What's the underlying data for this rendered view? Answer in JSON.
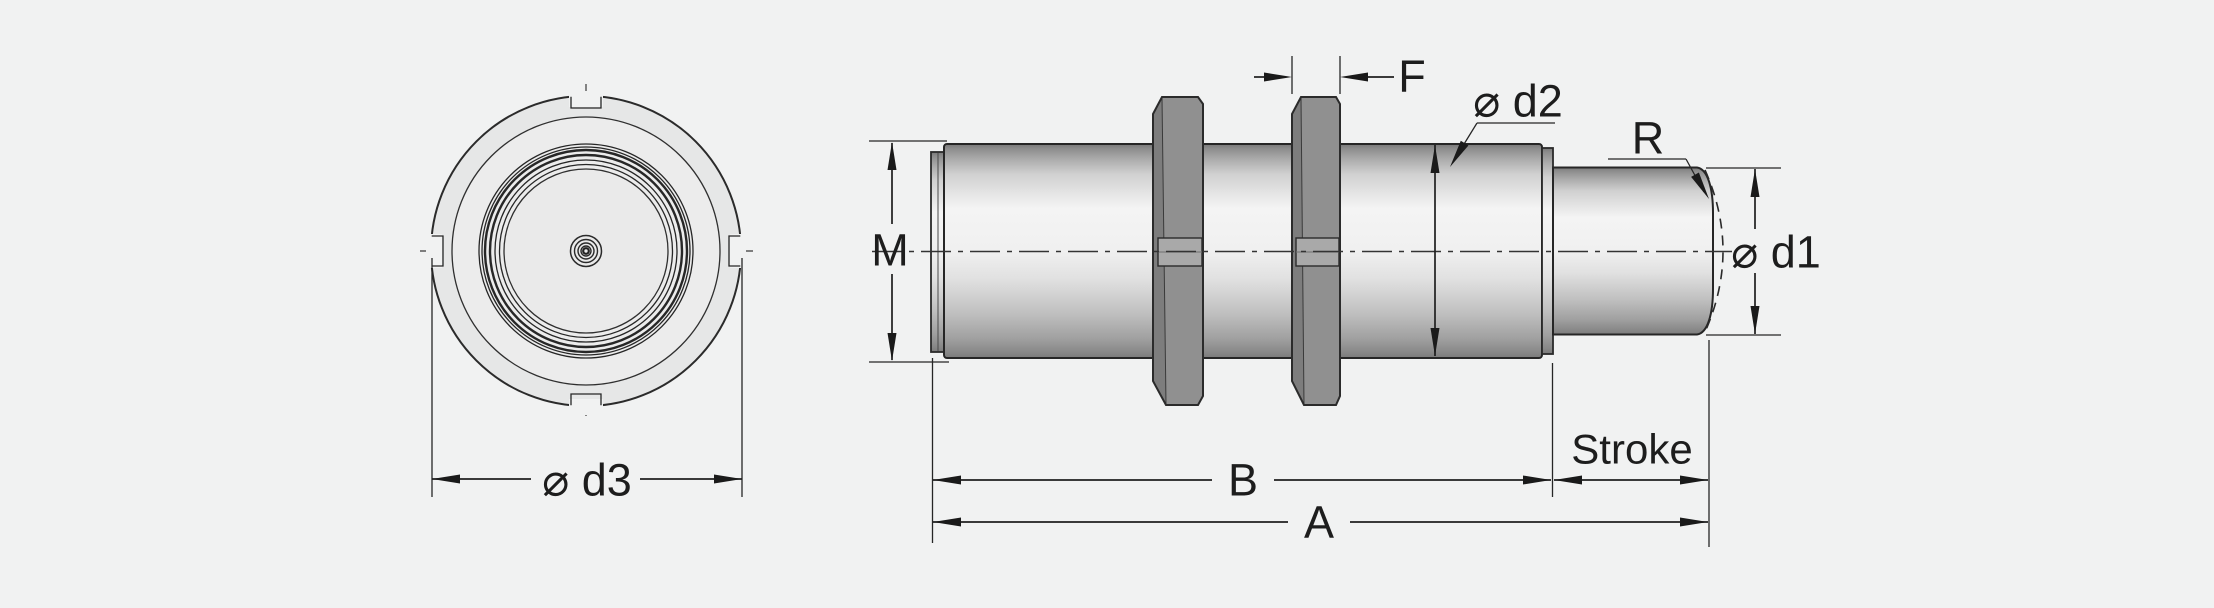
{
  "colors": {
    "background": "#f1f2f2",
    "line": "#222222",
    "front_face_fill": "#e6e7e7",
    "metal_light": "#f4f4f4",
    "metal_dark": "#7c7c7c",
    "nut_gray": "#909090"
  },
  "front_view": {
    "labels": {
      "d3": "⌀ d3"
    }
  },
  "side_view": {
    "labels": {
      "m": "M",
      "f": "F",
      "d2": "⌀ d2",
      "r": "R",
      "d1": "⌀ d1",
      "b": "B",
      "a": "A",
      "stroke": "Stroke"
    }
  }
}
